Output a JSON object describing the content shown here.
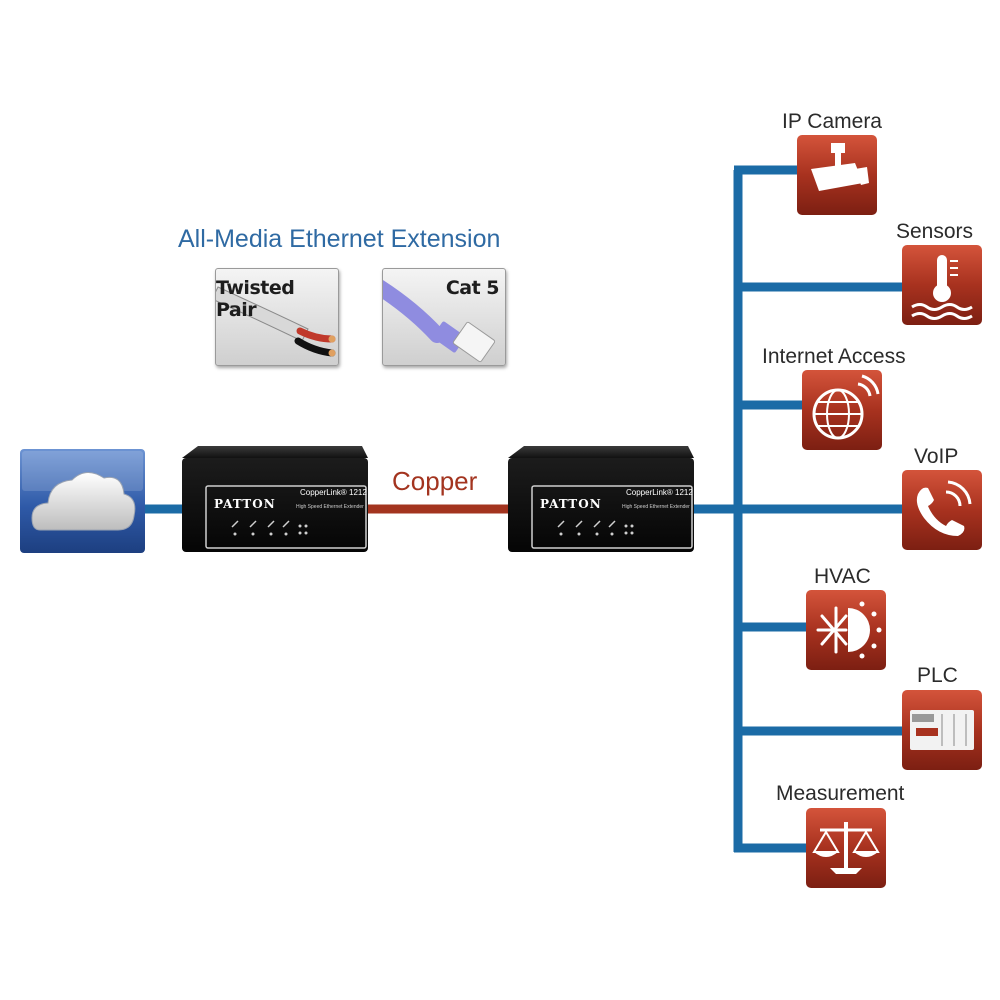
{
  "diagram": {
    "title": "All-Media Ethernet Extension",
    "media": [
      {
        "label": "Twisted Pair"
      },
      {
        "label": "Cat 5"
      }
    ],
    "link_label": "Copper",
    "devices": [
      {
        "brand": "PATTON",
        "model": "CopperLink® 1212",
        "subtitle": "High Speed Ethernet Extender"
      },
      {
        "brand": "PATTON",
        "model": "CopperLink® 1212",
        "subtitle": "High Speed Ethernet Extender"
      }
    ],
    "endpoints": [
      {
        "label": "IP Camera",
        "icon": "camera-icon"
      },
      {
        "label": "Sensors",
        "icon": "thermometer-icon"
      },
      {
        "label": "Internet Access",
        "icon": "globe-icon"
      },
      {
        "label": "VoIP",
        "icon": "phone-icon"
      },
      {
        "label": "HVAC",
        "icon": "hvac-icon"
      },
      {
        "label": "PLC",
        "icon": "plc-icon"
      },
      {
        "label": "Measurement",
        "icon": "scale-icon"
      }
    ],
    "colors": {
      "ethernet_line": "#1b6ba6",
      "copper_line": "#a3341f",
      "icon_tile": "#a8321f",
      "title": "#2f6aa3",
      "cloud_tile": "#2f5aa8"
    }
  }
}
